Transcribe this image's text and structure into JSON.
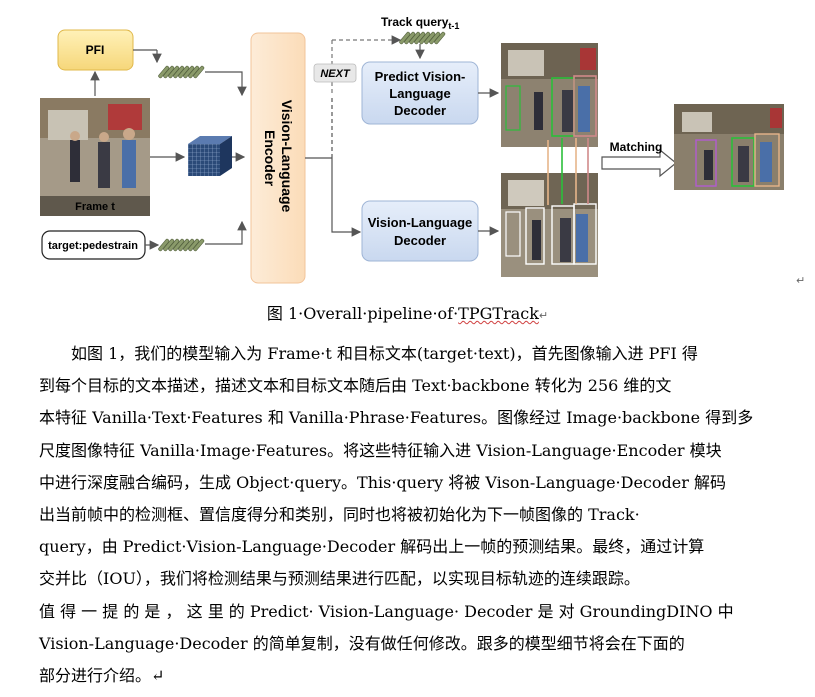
{
  "diagram": {
    "pfi": "PFI",
    "frame_label": "Frame t",
    "target_text": "target:pedestrain",
    "encoder": "Vision-Language Encoder",
    "track_query": "Track query",
    "track_query_sub": "t-1",
    "next": "NEXT",
    "predict_decoder": [
      "Predict Vision-",
      "Language",
      "Decoder"
    ],
    "decoder": [
      "Vision-Language",
      "Decoder"
    ],
    "matching": "Matching"
  },
  "caption": {
    "prefix": "图 1·Overall·pipeline·of·",
    "model": "TPGTrack",
    "end_mark": "↵"
  },
  "paragraph": [
    "如图 1，我们的模型输入为 Frame·t 和目标文本(target·text)，首先图像输入进 PFI 得",
    "到每个目标的文本描述，描述文本和目标文本随后由 Text·backbone 转化为 256 维的文",
    "本特征 Vanilla·Text·Features 和 Vanilla·Phrase·Features。图像经过 Image·backbone 得到多",
    "尺度图像特征 Vanilla·Image·Features。将这些特征输入进 Vision-Language·Encoder 模块",
    "中进行深度融合编码，生成 Object·query。This·query 将被 Vison-Language·Decoder 解码",
    "出当前帧中的检测框、置信度得分和类别，同时也将被初始化为下一帧图像的 Track·",
    "query，由 Predict·Vision-Language·Decoder 解码出上一帧的预测结果。最终，通过计算",
    "交并比（IOU），我们将检测结果与预测结果进行匹配，以实现目标轨迹的连续跟踪。",
    "值 得 一 提 的 是 ， 这 里 的 Predict· Vision-Language· Decoder 是 对 GroundingDINO 中",
    "Vision-Language·Decoder 的简单复制，没有做任何修改。跟多的模型细节将会在下面的",
    "部分进行介绍。↵"
  ],
  "colors": {
    "pfi_fill": "#fde9a6",
    "encoder_fill": "#fde3c6",
    "decoder_fill": "#d6e2f4",
    "feature_green": "#8a9a6a",
    "cube_blue": "#2b4a78"
  }
}
